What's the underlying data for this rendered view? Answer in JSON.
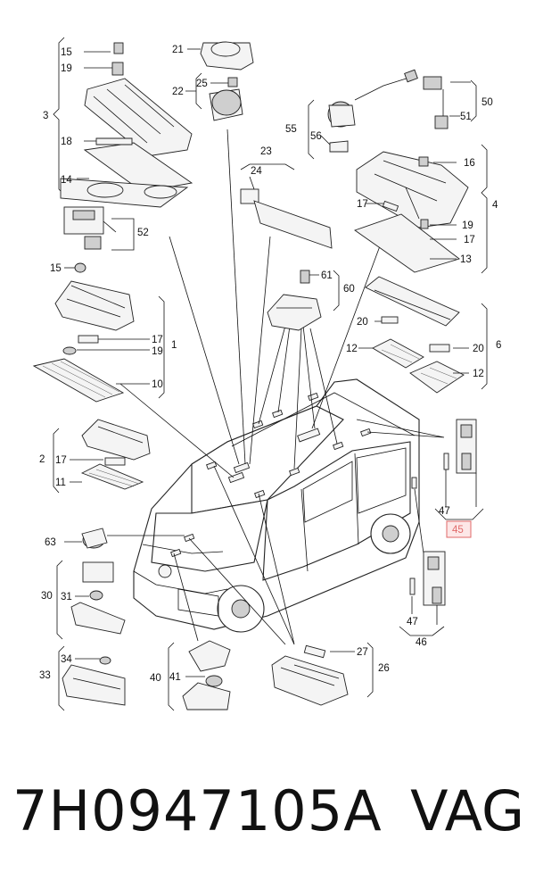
{
  "diagram": {
    "callouts": {
      "c1": "1",
      "c2": "2",
      "c3": "3",
      "c4": "4",
      "c6": "6",
      "c10": "10",
      "c11": "11",
      "c12a": "12",
      "c12b": "12",
      "c13": "13",
      "c14": "14",
      "c15a": "15",
      "c15b": "15",
      "c16": "16",
      "c17a": "17",
      "c17b": "17",
      "c17c": "17",
      "c17d": "17",
      "c18": "18",
      "c19a": "19",
      "c19b": "19",
      "c19c": "19",
      "c20a": "20",
      "c20b": "20",
      "c21": "21",
      "c22": "22",
      "c23": "23",
      "c24": "24",
      "c25": "25",
      "c26": "26",
      "c27": "27",
      "c30": "30",
      "c31": "31",
      "c33": "33",
      "c34": "34",
      "c40": "40",
      "c41": "41",
      "c45": "45",
      "c46": "46",
      "c47a": "47",
      "c47b": "47",
      "c50": "50",
      "c51": "51",
      "c52": "52",
      "c55": "55",
      "c56": "56",
      "c60": "60",
      "c61": "61",
      "c63": "63"
    },
    "highlight_color": "#e06a6a"
  },
  "footer": {
    "part_number": "7H0947105A",
    "brand": "VAG"
  }
}
